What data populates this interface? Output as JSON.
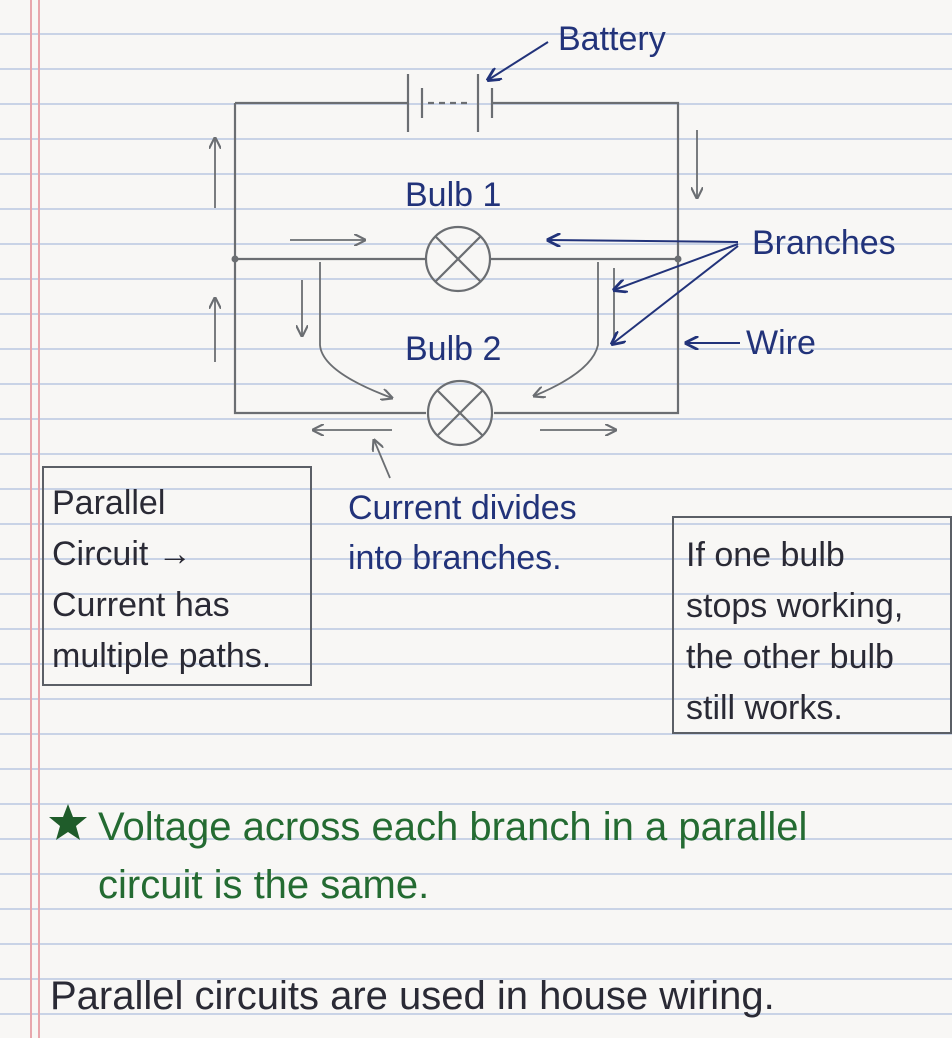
{
  "labels": {
    "battery": "Battery",
    "bulb1": "Bulb 1",
    "bulb2": "Bulb 2",
    "branches": "Branches",
    "wire": "Wire",
    "current_divides": [
      "Current divides",
      "into branches."
    ]
  },
  "left_note": [
    "Parallel",
    "Circuit →",
    "Current has",
    "multiple paths."
  ],
  "right_note": [
    "If one bulb",
    "stops working,",
    "the other bulb",
    "still works."
  ],
  "key_point": {
    "icon": "star-icon",
    "lines": [
      "Voltage across each branch in a parallel",
      "circuit is the same."
    ]
  },
  "footer_note": "Parallel circuits are used in house wiring.",
  "colors": {
    "ink_navy": "#22337a",
    "ink_dark": "#2a2a35",
    "ink_green": "#246b32",
    "pencil": "#6b6e72",
    "margin_red": "#e8a7ad",
    "rule_blue": "#c9d3e6"
  }
}
